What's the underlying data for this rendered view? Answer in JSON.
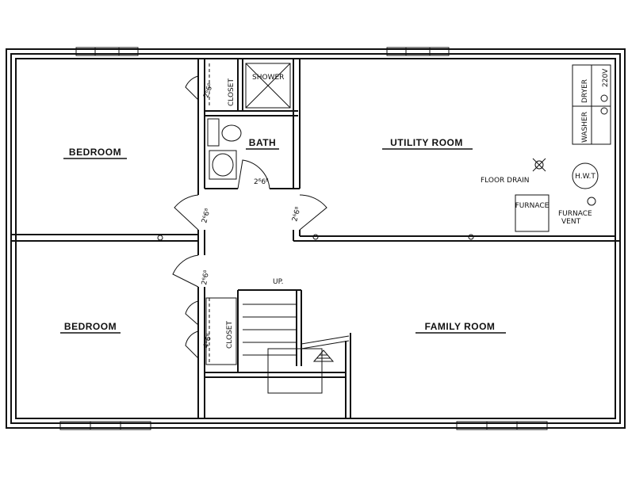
{
  "rooms": {
    "bedroom_top": "BEDROOM",
    "bedroom_bottom": "BEDROOM",
    "bath": "BATH",
    "utility": "UTILITY ROOM",
    "family": "FAMILY ROOM"
  },
  "fixtures": {
    "shower": "SHOWER",
    "closet_top": "CLOSET",
    "closet_bottom": "CLOSET",
    "floor_drain": "FLOOR DRAIN",
    "hwt": "H.W.T",
    "furnace": "FURNACE",
    "furnace_vent_1": "FURNACE",
    "furnace_vent_2": "VENT",
    "dryer": "DRYER",
    "washer": "WASHER",
    "volt": "220V",
    "stairs_up": "UP."
  },
  "door_sizes": {
    "closet_top": "2⁶6⁸",
    "bath": "2⁶6⁸",
    "bedroom_top": "2⁶6⁸",
    "utility": "2⁶6⁸",
    "bedroom_bottom": "2⁶6⁸",
    "closet_bottom": "4⁰6⁸"
  }
}
